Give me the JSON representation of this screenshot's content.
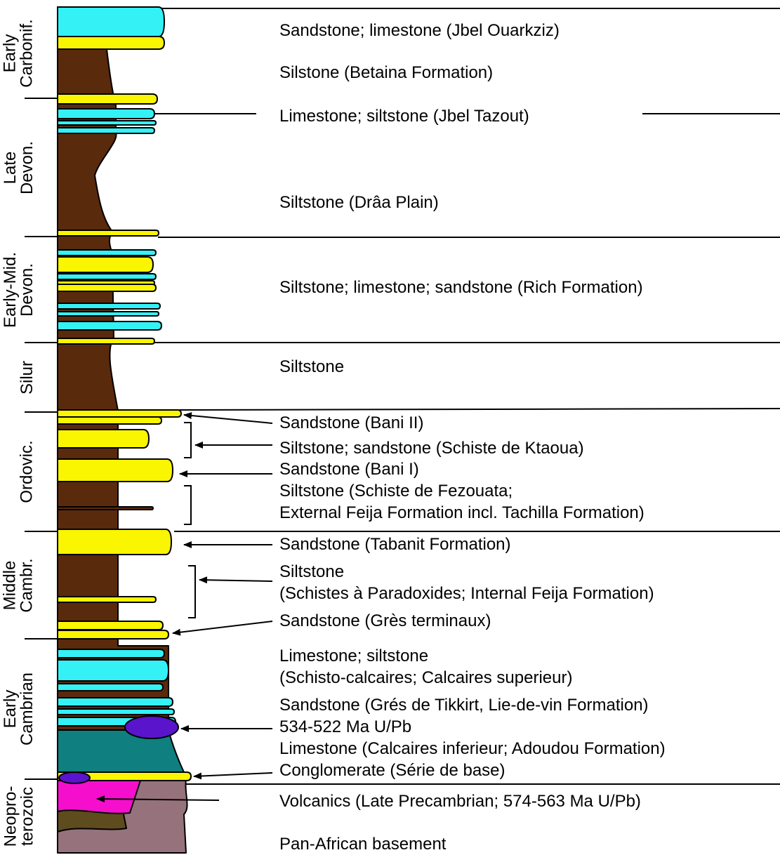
{
  "colors": {
    "siltstone": "#5a2a0c",
    "limestone": "#33f1f5",
    "sandstone": "#faf500",
    "teal_limestone": "#0f7f7f",
    "volcanic_pink": "#f50fcc",
    "basement": "#95727c",
    "dark_green": "#5e4c1e",
    "intrusion": "#5a14cc"
  },
  "periods": [
    {
      "key": "early_carbonif",
      "lines": [
        "Early",
        "Carbonif."
      ]
    },
    {
      "key": "late_devon",
      "lines": [
        "Late",
        "Devon."
      ]
    },
    {
      "key": "early_mid_devon",
      "lines": [
        "Early-Mid.",
        "Devon."
      ]
    },
    {
      "key": "silur",
      "lines": [
        "Silur"
      ]
    },
    {
      "key": "ordovic",
      "lines": [
        "Ordovic."
      ]
    },
    {
      "key": "middle_cambr",
      "lines": [
        "Middle",
        "Cambr."
      ]
    },
    {
      "key": "early_cambrian",
      "lines": [
        "Early",
        "Cambrian"
      ]
    },
    {
      "key": "neoproterozoic",
      "lines": [
        "Neopro-",
        "terozoic"
      ]
    }
  ],
  "labels": {
    "l1": "Sandstone; limestone (Jbel Ouarkziz)",
    "l2": "Silstone (Betaina Formation)",
    "l3": "Limestone; siltstone (Jbel Tazout)",
    "l4": "Siltstone (Drâa Plain)",
    "l5": "Siltstone; limestone; sandstone (Rich Formation)",
    "l6": "Siltstone",
    "l7": "Sandstone (Bani II)",
    "l8": "Siltstone; sandstone (Schiste de Ktaoua)",
    "l9": "Sandstone (Bani I)",
    "l10a": "Siltstone (Schiste de Fezouata;",
    "l10b": "External Feija Formation  incl. Tachilla Formation)",
    "l11": "Sandstone (Tabanit Formation)",
    "l12a": "Siltstone",
    "l12b": "(Schistes à Paradoxides; Internal Feija Formation)",
    "l13": "Sandstone (Grès terminaux)",
    "l14a": "Limestone; siltstone",
    "l14b": "(Schisto-calcaires; Calcaires superieur)",
    "l15": "Sandstone (Grés de Tikkirt, Lie-de-vin Formation)",
    "l16": "534-522 Ma U/Pb",
    "l17": "Limestone (Calcaires inferieur; Adoudou Formation)",
    "l18": "Conglomerate (Série de base)",
    "l19": "Volcanics (Late Precambrian; 574-563 Ma U/Pb)",
    "l20": "Pan-African basement"
  }
}
